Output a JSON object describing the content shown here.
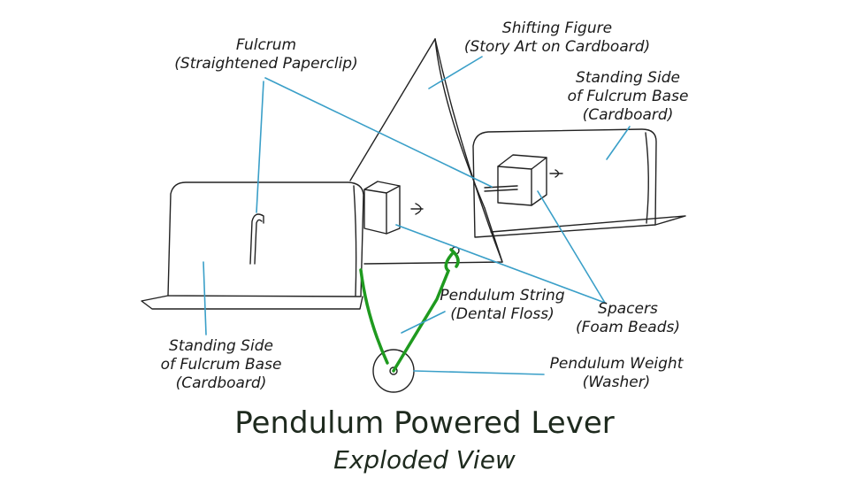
{
  "labels": {
    "fulcrum": [
      "Fulcrum",
      "(Straightened Paperclip)"
    ],
    "shifting_figure": [
      "Shifting Figure",
      "(Story Art on Cardboard)"
    ],
    "standing_side_right": [
      "Standing Side",
      "of Fulcrum Base",
      "(Cardboard)"
    ],
    "standing_side_left": [
      "Standing Side",
      "of Fulcrum Base",
      "(Cardboard)"
    ],
    "pendulum_string": [
      "Pendulum String",
      "(Dental Floss)"
    ],
    "spacers": [
      "Spacers",
      "(Foam Beads)"
    ],
    "pendulum_weight": [
      "Pendulum Weight",
      "(Washer)"
    ]
  },
  "title": "Pendulum Powered Lever",
  "subtitle": "Exploded View",
  "colors": {
    "leader_lines": "#3a9fc8",
    "pendulum_string": "#1f9a1f",
    "sketch": "#222222"
  }
}
